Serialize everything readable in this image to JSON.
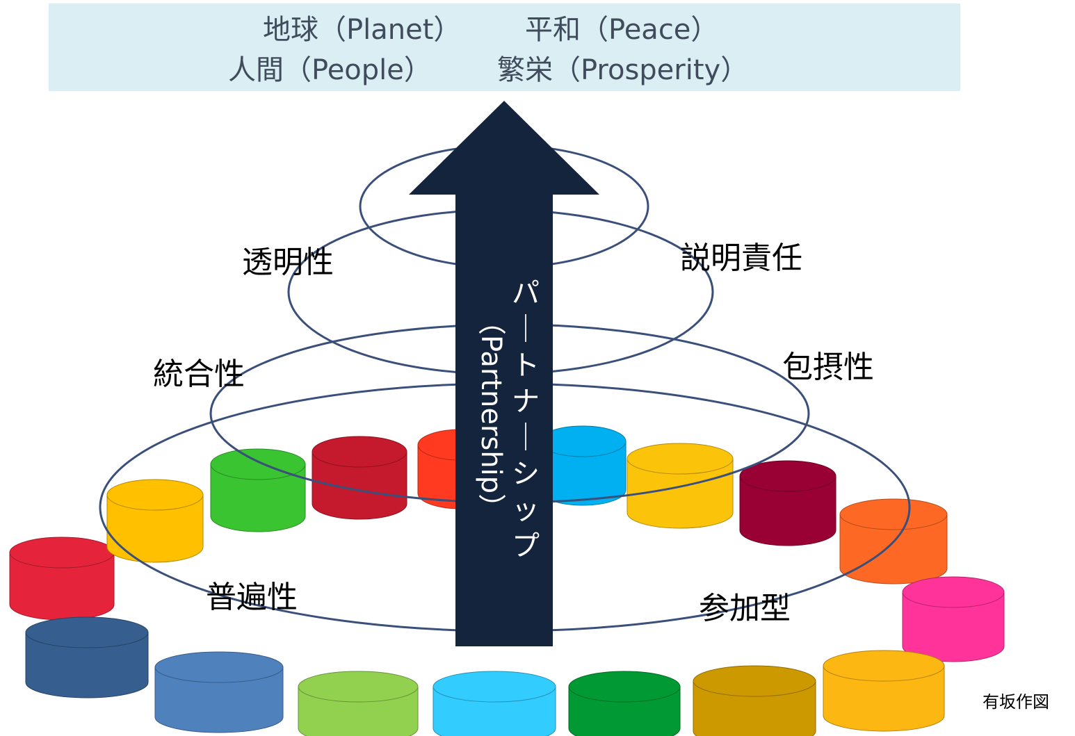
{
  "banner": {
    "planet": "地球（Planet）",
    "peace": "平和（Peace）",
    "people": "人間（People）",
    "prosperity": "繁栄（Prosperity）"
  },
  "arrow": {
    "kana": "パートナーシップ",
    "english": "（Partnership）"
  },
  "principles": {
    "transparency": "透明性",
    "accountability": "説明責任",
    "integration": "統合性",
    "inclusiveness": "包摂性",
    "universality": "普遍性",
    "participation": "参加型"
  },
  "credit": "有坂作図",
  "colors": {
    "banner_bg": "#daeef3",
    "arrow": "#14243c",
    "ellipse_stroke": "#3a4f7a"
  },
  "goal_cylinder_colors": [
    "#e5243b",
    "#ffc000",
    "#3ac432",
    "#c5192d",
    "#ff3a21",
    "#00b0f0",
    "#fcc30b",
    "#990033",
    "#fd6925",
    "#ff3399",
    "#fdb713",
    "#cc9900",
    "#009933",
    "#33ccff",
    "#92d050",
    "#4f81bd",
    "#365e8e"
  ]
}
